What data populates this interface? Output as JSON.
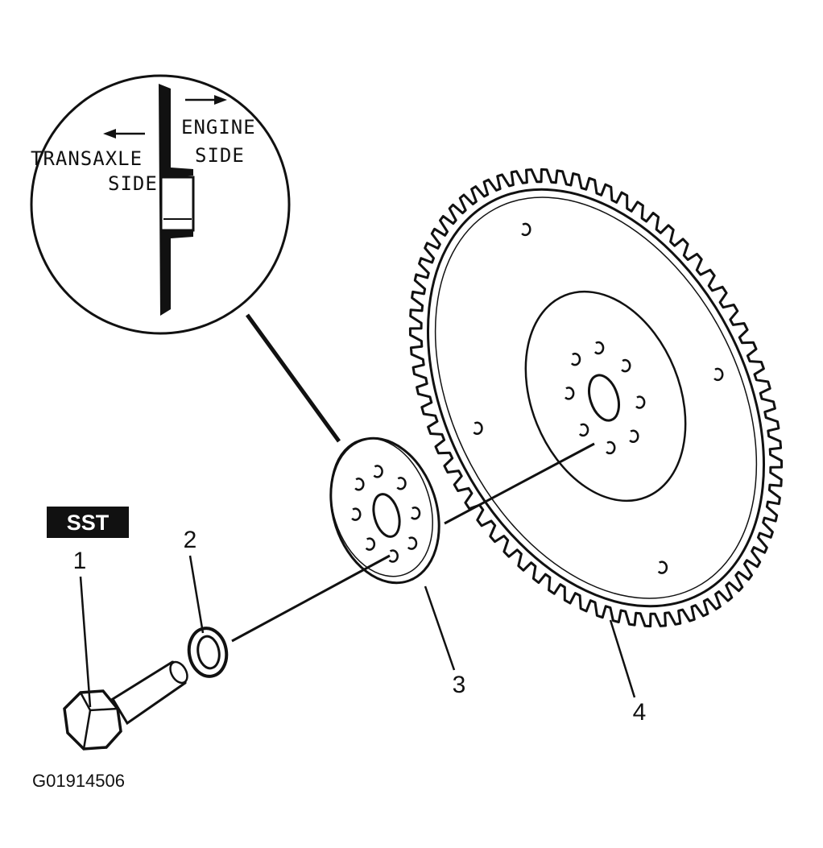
{
  "inset": {
    "engine_line1": "ENGINE",
    "engine_line2": "SIDE",
    "transaxle_line1": "TRANSAXLE",
    "transaxle_line2": "SIDE"
  },
  "sst_badge": "SST",
  "callouts": [
    "1",
    "2",
    "3",
    "4"
  ],
  "figure_code": "G01914506",
  "colors": {
    "ink": "#111111",
    "background": "#ffffff"
  }
}
